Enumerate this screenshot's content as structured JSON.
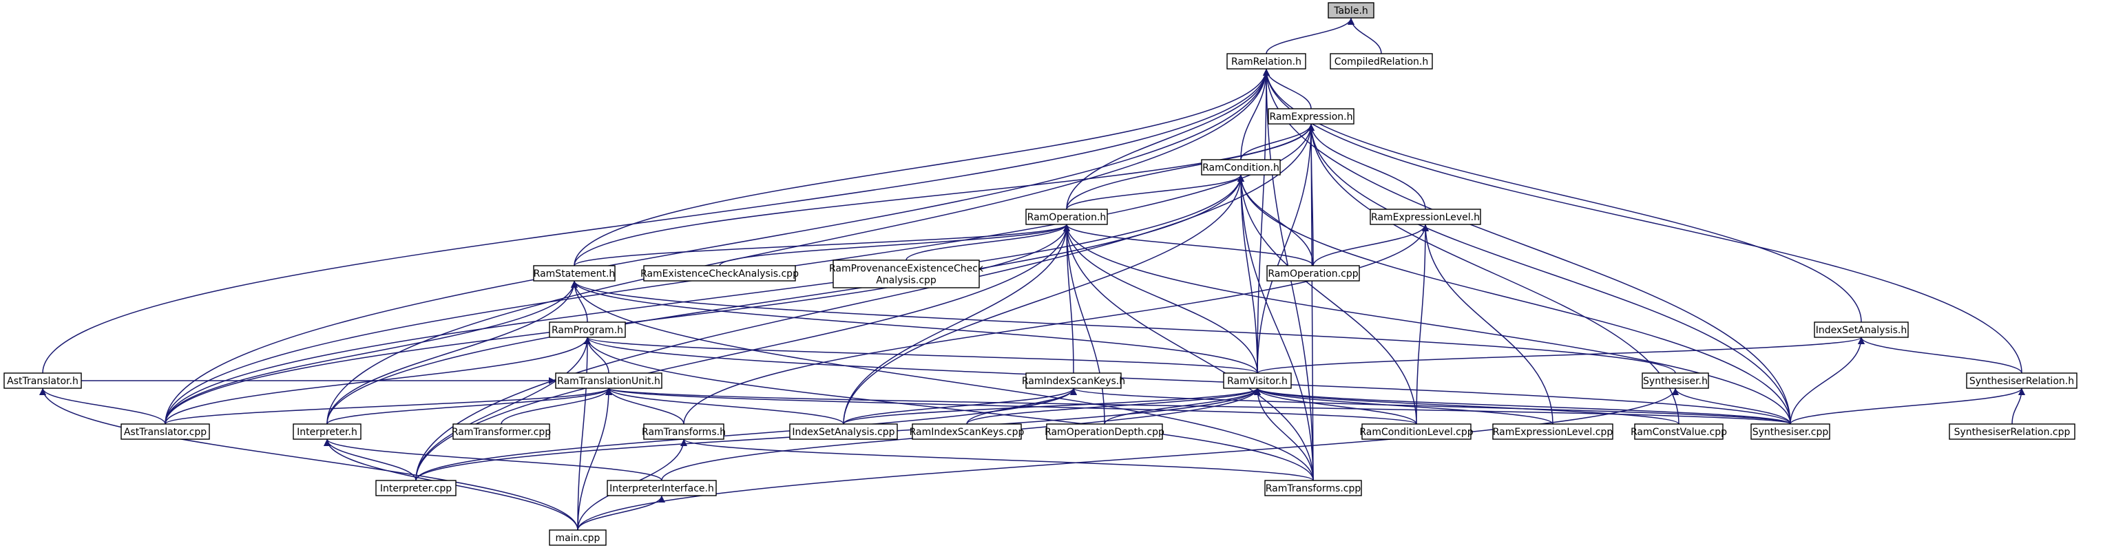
{
  "graph": {
    "title": "Table.h",
    "nodes": [
      {
        "id": "table_h",
        "lines": [
          "Table.h"
        ],
        "root": true
      },
      {
        "id": "ramrelation_h",
        "lines": [
          "RamRelation.h"
        ]
      },
      {
        "id": "compiledrelation_h",
        "lines": [
          "CompiledRelation.h"
        ]
      },
      {
        "id": "ramexpression_h",
        "lines": [
          "RamExpression.h"
        ]
      },
      {
        "id": "ramcondition_h",
        "lines": [
          "RamCondition.h"
        ]
      },
      {
        "id": "ramoperation_h",
        "lines": [
          "RamOperation.h"
        ]
      },
      {
        "id": "ramexpressionlevel_h",
        "lines": [
          "RamExpressionLevel.h"
        ]
      },
      {
        "id": "ramstatement_h",
        "lines": [
          "RamStatement.h"
        ]
      },
      {
        "id": "ramexistencecheckanalysis_cpp",
        "lines": [
          "RamExistenceCheckAnalysis.cpp"
        ]
      },
      {
        "id": "ramprovenanceexistencecheckanalysis_cpp",
        "lines": [
          "RamProvenanceExistenceCheck",
          "Analysis.cpp"
        ]
      },
      {
        "id": "ramoperation_cpp",
        "lines": [
          "RamOperation.cpp"
        ]
      },
      {
        "id": "indexsetanalysis_h",
        "lines": [
          "IndexSetAnalysis.h"
        ]
      },
      {
        "id": "ramprogram_h",
        "lines": [
          "RamProgram.h"
        ]
      },
      {
        "id": "synthesiser_h",
        "lines": [
          "Synthesiser.h"
        ]
      },
      {
        "id": "synthesiserrelation_h",
        "lines": [
          "SynthesiserRelation.h"
        ]
      },
      {
        "id": "asttranslator_h",
        "lines": [
          "AstTranslator.h"
        ]
      },
      {
        "id": "ramtranslationunit_h",
        "lines": [
          "RamTranslationUnit.h"
        ]
      },
      {
        "id": "ramindexscankeys_h",
        "lines": [
          "RamIndexScanKeys.h"
        ]
      },
      {
        "id": "ramvisitor_h",
        "lines": [
          "RamVisitor.h"
        ]
      },
      {
        "id": "asttranslator_cpp",
        "lines": [
          "AstTranslator.cpp"
        ]
      },
      {
        "id": "interpreter_h",
        "lines": [
          "Interpreter.h"
        ]
      },
      {
        "id": "ramtransformer_cpp",
        "lines": [
          "RamTransformer.cpp"
        ]
      },
      {
        "id": "ramtransforms_h",
        "lines": [
          "RamTransforms.h"
        ]
      },
      {
        "id": "indexsetanalysis_cpp",
        "lines": [
          "IndexSetAnalysis.cpp"
        ]
      },
      {
        "id": "ramindexscankeys_cpp",
        "lines": [
          "RamIndexScanKeys.cpp"
        ]
      },
      {
        "id": "ramoperationdepth_cpp",
        "lines": [
          "RamOperationDepth.cpp"
        ]
      },
      {
        "id": "ramconditionlevel_cpp",
        "lines": [
          "RamConditionLevel.cpp"
        ]
      },
      {
        "id": "ramexpressionlevel_cpp",
        "lines": [
          "RamExpressionLevel.cpp"
        ]
      },
      {
        "id": "ramconstvalue_cpp",
        "lines": [
          "RamConstValue.cpp"
        ]
      },
      {
        "id": "synthesiser_cpp",
        "lines": [
          "Synthesiser.cpp"
        ]
      },
      {
        "id": "synthesiserrelation_cpp",
        "lines": [
          "SynthesiserRelation.cpp"
        ]
      },
      {
        "id": "interpreter_cpp",
        "lines": [
          "Interpreter.cpp"
        ]
      },
      {
        "id": "interpreterinterface_h",
        "lines": [
          "InterpreterInterface.h"
        ]
      },
      {
        "id": "ramtransforms_cpp",
        "lines": [
          "RamTransforms.cpp"
        ]
      },
      {
        "id": "main_cpp",
        "lines": [
          "main.cpp"
        ]
      }
    ],
    "edges": [
      [
        "ramrelation_h",
        "table_h"
      ],
      [
        "compiledrelation_h",
        "table_h"
      ],
      [
        "ramexpression_h",
        "ramrelation_h"
      ],
      [
        "ramcondition_h",
        "ramrelation_h"
      ],
      [
        "ramoperation_h",
        "ramrelation_h"
      ],
      [
        "ramstatement_h",
        "ramrelation_h"
      ],
      [
        "ramvisitor_h",
        "ramrelation_h"
      ],
      [
        "indexsetanalysis_h",
        "ramrelation_h"
      ],
      [
        "synthesiserrelation_h",
        "ramrelation_h"
      ],
      [
        "asttranslator_h",
        "ramrelation_h"
      ],
      [
        "asttranslator_cpp",
        "ramrelation_h"
      ],
      [
        "interpreter_h",
        "ramrelation_h"
      ],
      [
        "synthesiser_cpp",
        "ramrelation_h"
      ],
      [
        "ramtransforms_cpp",
        "ramrelation_h"
      ],
      [
        "ramcondition_h",
        "ramexpression_h"
      ],
      [
        "ramoperation_h",
        "ramexpression_h"
      ],
      [
        "ramexpressionlevel_h",
        "ramexpression_h"
      ],
      [
        "ramstatement_h",
        "ramexpression_h"
      ],
      [
        "ramoperation_cpp",
        "ramexpression_h"
      ],
      [
        "ramvisitor_h",
        "ramexpression_h"
      ],
      [
        "asttranslator_cpp",
        "ramexpression_h"
      ],
      [
        "interpreter_cpp",
        "ramexpression_h"
      ],
      [
        "ramconstvalue_cpp",
        "ramexpression_h"
      ],
      [
        "synthesiser_cpp",
        "ramexpression_h"
      ],
      [
        "ramtransforms_cpp",
        "ramexpression_h"
      ],
      [
        "ramoperation_h",
        "ramcondition_h"
      ],
      [
        "ramoperation_cpp",
        "ramcondition_h"
      ],
      [
        "ramvisitor_h",
        "ramcondition_h"
      ],
      [
        "asttranslator_cpp",
        "ramcondition_h"
      ],
      [
        "interpreter_h",
        "ramcondition_h"
      ],
      [
        "indexsetanalysis_cpp",
        "ramcondition_h"
      ],
      [
        "ramconditionlevel_cpp",
        "ramcondition_h"
      ],
      [
        "synthesiser_cpp",
        "ramcondition_h"
      ],
      [
        "ramtransforms_cpp",
        "ramcondition_h"
      ],
      [
        "ramstatement_h",
        "ramoperation_h"
      ],
      [
        "ramexistencecheckanalysis_cpp",
        "ramoperation_h"
      ],
      [
        "ramprovenanceexistencecheckanalysis_cpp",
        "ramoperation_h"
      ],
      [
        "ramoperation_cpp",
        "ramoperation_h"
      ],
      [
        "ramindexscankeys_h",
        "ramoperation_h"
      ],
      [
        "ramvisitor_h",
        "ramoperation_h"
      ],
      [
        "indexsetanalysis_cpp",
        "ramoperation_h"
      ],
      [
        "ramoperationdepth_cpp",
        "ramoperation_h"
      ],
      [
        "asttranslator_cpp",
        "ramoperation_h"
      ],
      [
        "interpreter_cpp",
        "ramoperation_h"
      ],
      [
        "synthesiser_cpp",
        "ramoperation_h"
      ],
      [
        "ramtransforms_cpp",
        "ramoperation_h"
      ],
      [
        "ramoperation_cpp",
        "ramexpressionlevel_h"
      ],
      [
        "ramconditionlevel_cpp",
        "ramexpressionlevel_h"
      ],
      [
        "ramexpressionlevel_cpp",
        "ramexpressionlevel_h"
      ],
      [
        "ramtransforms_h",
        "ramexpressionlevel_h"
      ],
      [
        "ramprogram_h",
        "ramstatement_h"
      ],
      [
        "ramvisitor_h",
        "ramstatement_h"
      ],
      [
        "asttranslator_cpp",
        "ramstatement_h"
      ],
      [
        "interpreter_h",
        "ramstatement_h"
      ],
      [
        "synthesiser_h",
        "ramstatement_h"
      ],
      [
        "ramtransforms_cpp",
        "ramstatement_h"
      ],
      [
        "ramtranslationunit_h",
        "ramprogram_h"
      ],
      [
        "ramvisitor_h",
        "ramprogram_h"
      ],
      [
        "asttranslator_cpp",
        "ramprogram_h"
      ],
      [
        "interpreter_cpp",
        "ramprogram_h"
      ],
      [
        "main_cpp",
        "ramprogram_h"
      ],
      [
        "synthesiser_cpp",
        "ramprogram_h"
      ],
      [
        "ramtransforms_cpp",
        "ramprogram_h"
      ],
      [
        "asttranslator_h",
        "ramtranslationunit_h"
      ],
      [
        "asttranslator_cpp",
        "ramtranslationunit_h"
      ],
      [
        "interpreter_h",
        "ramtranslationunit_h"
      ],
      [
        "ramtransformer_cpp",
        "ramtranslationunit_h"
      ],
      [
        "ramtransforms_h",
        "ramtranslationunit_h"
      ],
      [
        "indexsetanalysis_cpp",
        "ramtranslationunit_h"
      ],
      [
        "ramconditionlevel_cpp",
        "ramtranslationunit_h"
      ],
      [
        "synthesiser_cpp",
        "ramtranslationunit_h"
      ],
      [
        "main_cpp",
        "ramtranslationunit_h"
      ],
      [
        "indexsetanalysis_cpp",
        "ramindexscankeys_h"
      ],
      [
        "ramindexscankeys_cpp",
        "ramindexscankeys_h"
      ],
      [
        "interpreter_cpp",
        "ramindexscankeys_h"
      ],
      [
        "synthesiser_cpp",
        "ramindexscankeys_h"
      ],
      [
        "indexsetanalysis_cpp",
        "ramvisitor_h"
      ],
      [
        "ramindexscankeys_cpp",
        "ramvisitor_h"
      ],
      [
        "ramoperationdepth_cpp",
        "ramvisitor_h"
      ],
      [
        "ramconditionlevel_cpp",
        "ramvisitor_h"
      ],
      [
        "ramexpressionlevel_cpp",
        "ramvisitor_h"
      ],
      [
        "ramconstvalue_cpp",
        "ramvisitor_h"
      ],
      [
        "synthesiser_cpp",
        "ramvisitor_h"
      ],
      [
        "interpreter_cpp",
        "ramvisitor_h"
      ],
      [
        "interpreterinterface_h",
        "ramvisitor_h"
      ],
      [
        "ramtransforms_cpp",
        "ramvisitor_h"
      ],
      [
        "ramvisitor_h",
        "indexsetanalysis_h"
      ],
      [
        "synthesiserrelation_h",
        "indexsetanalysis_h"
      ],
      [
        "synthesiser_cpp",
        "indexsetanalysis_h"
      ],
      [
        "synthesiser_cpp",
        "synthesiser_h"
      ],
      [
        "main_cpp",
        "synthesiser_h"
      ],
      [
        "synthesiser_cpp",
        "synthesiserrelation_h"
      ],
      [
        "synthesiserrelation_cpp",
        "synthesiserrelation_h"
      ],
      [
        "asttranslator_cpp",
        "asttranslator_h"
      ],
      [
        "main_cpp",
        "asttranslator_h"
      ],
      [
        "interpreter_cpp",
        "interpreter_h"
      ],
      [
        "interpreterinterface_h",
        "interpreter_h"
      ],
      [
        "main_cpp",
        "interpreter_h"
      ],
      [
        "ramtransforms_cpp",
        "ramtransforms_h"
      ],
      [
        "main_cpp",
        "ramtransforms_h"
      ],
      [
        "main_cpp",
        "interpreterinterface_h"
      ]
    ]
  }
}
